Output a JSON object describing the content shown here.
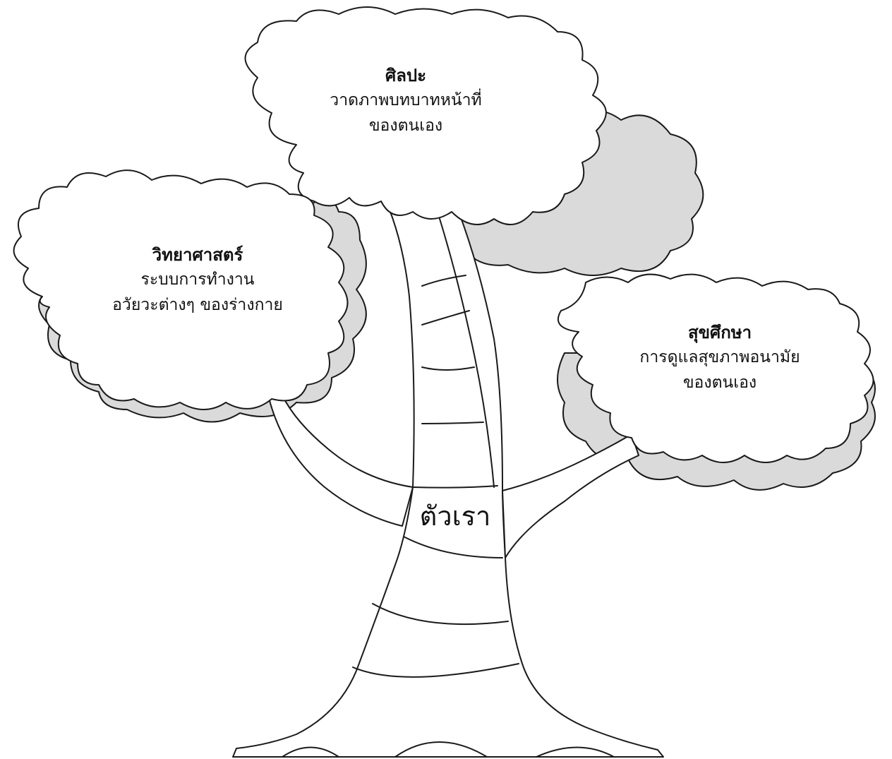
{
  "colors": {
    "shadow": "#dadada",
    "outline": "#1a1a1a",
    "cloud_fill": "#ffffff"
  },
  "clouds": {
    "art": {
      "title": "ศิลปะ",
      "lines": [
        "วาดภาพบทบาทหน้าที่",
        "ของตนเอง"
      ]
    },
    "science": {
      "title": "วิทยาศาสตร์",
      "lines": [
        "ระบบการทำงาน",
        "อวัยวะต่างๆ ของร่างกาย"
      ]
    },
    "health": {
      "title": "สุขศึกษา",
      "lines": [
        "การดูแลสุขภาพอนามัย",
        "ของตนเอง"
      ]
    }
  },
  "trunk": {
    "label": "ตัวเรา"
  }
}
